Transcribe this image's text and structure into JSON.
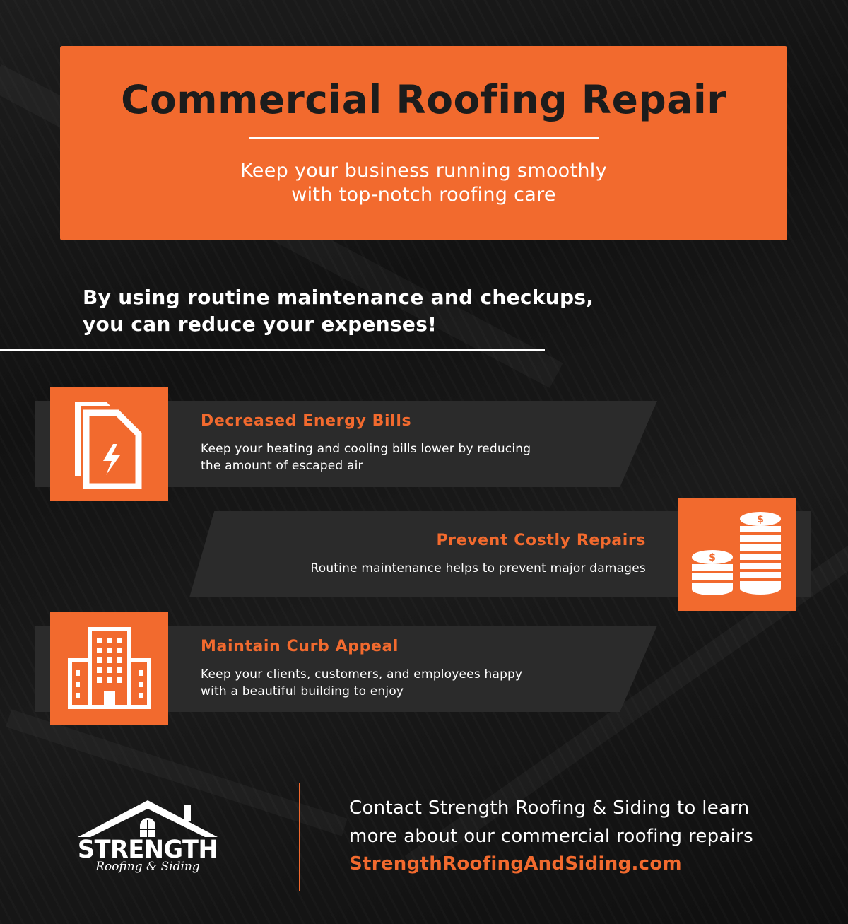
{
  "hero": {
    "title": "Commercial Roofing Repair",
    "subtitle_line1": "Keep your business running smoothly",
    "subtitle_line2": "with top-notch roofing care"
  },
  "intro": {
    "line1": "By using routine maintenance and checkups,",
    "line2": "you can reduce your expenses!"
  },
  "features": [
    {
      "title": "Decreased Energy Bills",
      "desc_line1": "Keep your heating and cooling bills lower by reducing",
      "desc_line2": "the amount of escaped air",
      "icon": "energy-bill-icon"
    },
    {
      "title": "Prevent Costly Repairs",
      "desc_line1": "Routine maintenance helps to prevent major damages",
      "icon": "coin-stacks-icon"
    },
    {
      "title": "Maintain Curb Appeal",
      "desc_line1": "Keep your clients, customers, and employees happy",
      "desc_line2": "with a beautiful building to enjoy",
      "icon": "office-building-icon"
    }
  ],
  "logo": {
    "word": "STRENGTH",
    "sub": "Roofing & Siding"
  },
  "contact": {
    "line1": "Contact Strength Roofing & Siding to learn",
    "line2": "more about our commercial roofing repairs",
    "url": "StrengthRoofingAndSiding.com"
  },
  "colors": {
    "accent": "#f26a2e",
    "background": "#141414",
    "band": "#2b2b2b",
    "title_text": "#1c1c1c"
  }
}
